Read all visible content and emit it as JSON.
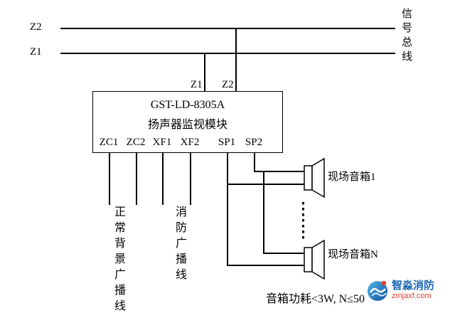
{
  "bus": {
    "z2_label": "Z2",
    "z1_label": "Z1",
    "signal_bus_label": "信号总线"
  },
  "module": {
    "model": "GST-LD-8305A",
    "name": "扬声器监视模块",
    "input_z1_label": "Z1",
    "input_z2_label": "Z2",
    "terminals": [
      "ZC1",
      "ZC2",
      "XF1",
      "XF2",
      "SP1",
      "SP2"
    ]
  },
  "wires": {
    "normal_broadcast_label": "正常背景广播线",
    "fire_broadcast_label": "消防广播线"
  },
  "speakers": {
    "speaker1_label": "现场音箱1",
    "speakerN_label": "现场音箱N",
    "power_note": "音箱功耗<3W, N≤50"
  },
  "logo": {
    "name": "智淼消防",
    "url": "zmjaxf.com"
  },
  "colors": {
    "line": "#000000",
    "logo_blue": "#1a66b8",
    "logo_red": "#e23c31"
  }
}
